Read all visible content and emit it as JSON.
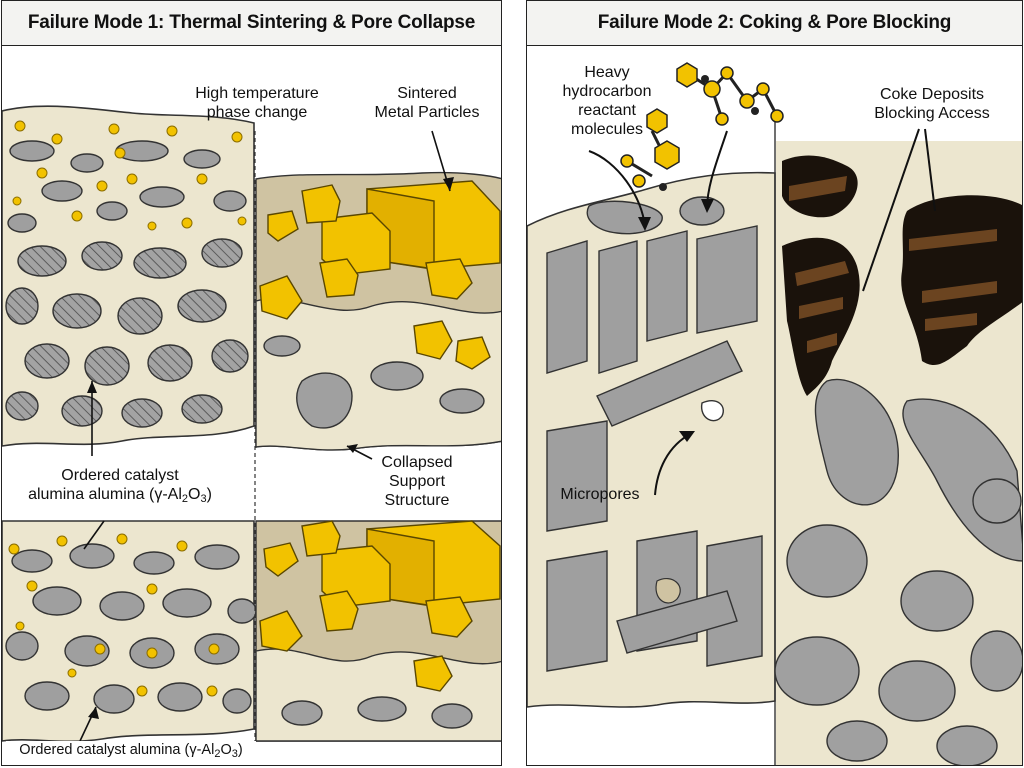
{
  "panel1": {
    "title": "Failure Mode 1: Thermal Sintering & Pore Collapse",
    "labels": {
      "phase_change_1": "High temperature",
      "phase_change_2": "phase change",
      "sintered_1": "Sintered",
      "sintered_2": "Metal Particles",
      "collapsed_1": "Collapsed",
      "collapsed_2": "Support",
      "collapsed_3": "Structure",
      "ordered_top_1": "Ordered catalyst",
      "ordered_top_2a": "alumina alumina (γ-Al",
      "ordered_top_sub1": "2",
      "ordered_top_mid": "O",
      "ordered_top_sub2": "3",
      "ordered_top_end": ")",
      "ordered_bottom_a": "Ordered catalyst alumina (γ-Al",
      "ordered_bottom_sub1": "2",
      "ordered_bottom_mid": "O",
      "ordered_bottom_sub2": "3",
      "ordered_bottom_end": ")"
    }
  },
  "panel2": {
    "title": "Failure Mode 2: Coking & Pore Blocking",
    "labels": {
      "heavy_1": "Heavy",
      "heavy_2": "hydrocarbon",
      "heavy_3": "reactant",
      "heavy_4": "molecules",
      "coke_1": "Coke Deposits",
      "coke_2": "Blocking Access",
      "micropores": "Micropores"
    }
  },
  "colors": {
    "support_beige": "#ece6cf",
    "pore_gray": "#9d9d9d",
    "metal_yellow": "#f2c200",
    "coke_black": "#1a120b",
    "coke_brown": "#6b4420",
    "collapsed_tan": "#cfc3a2"
  }
}
